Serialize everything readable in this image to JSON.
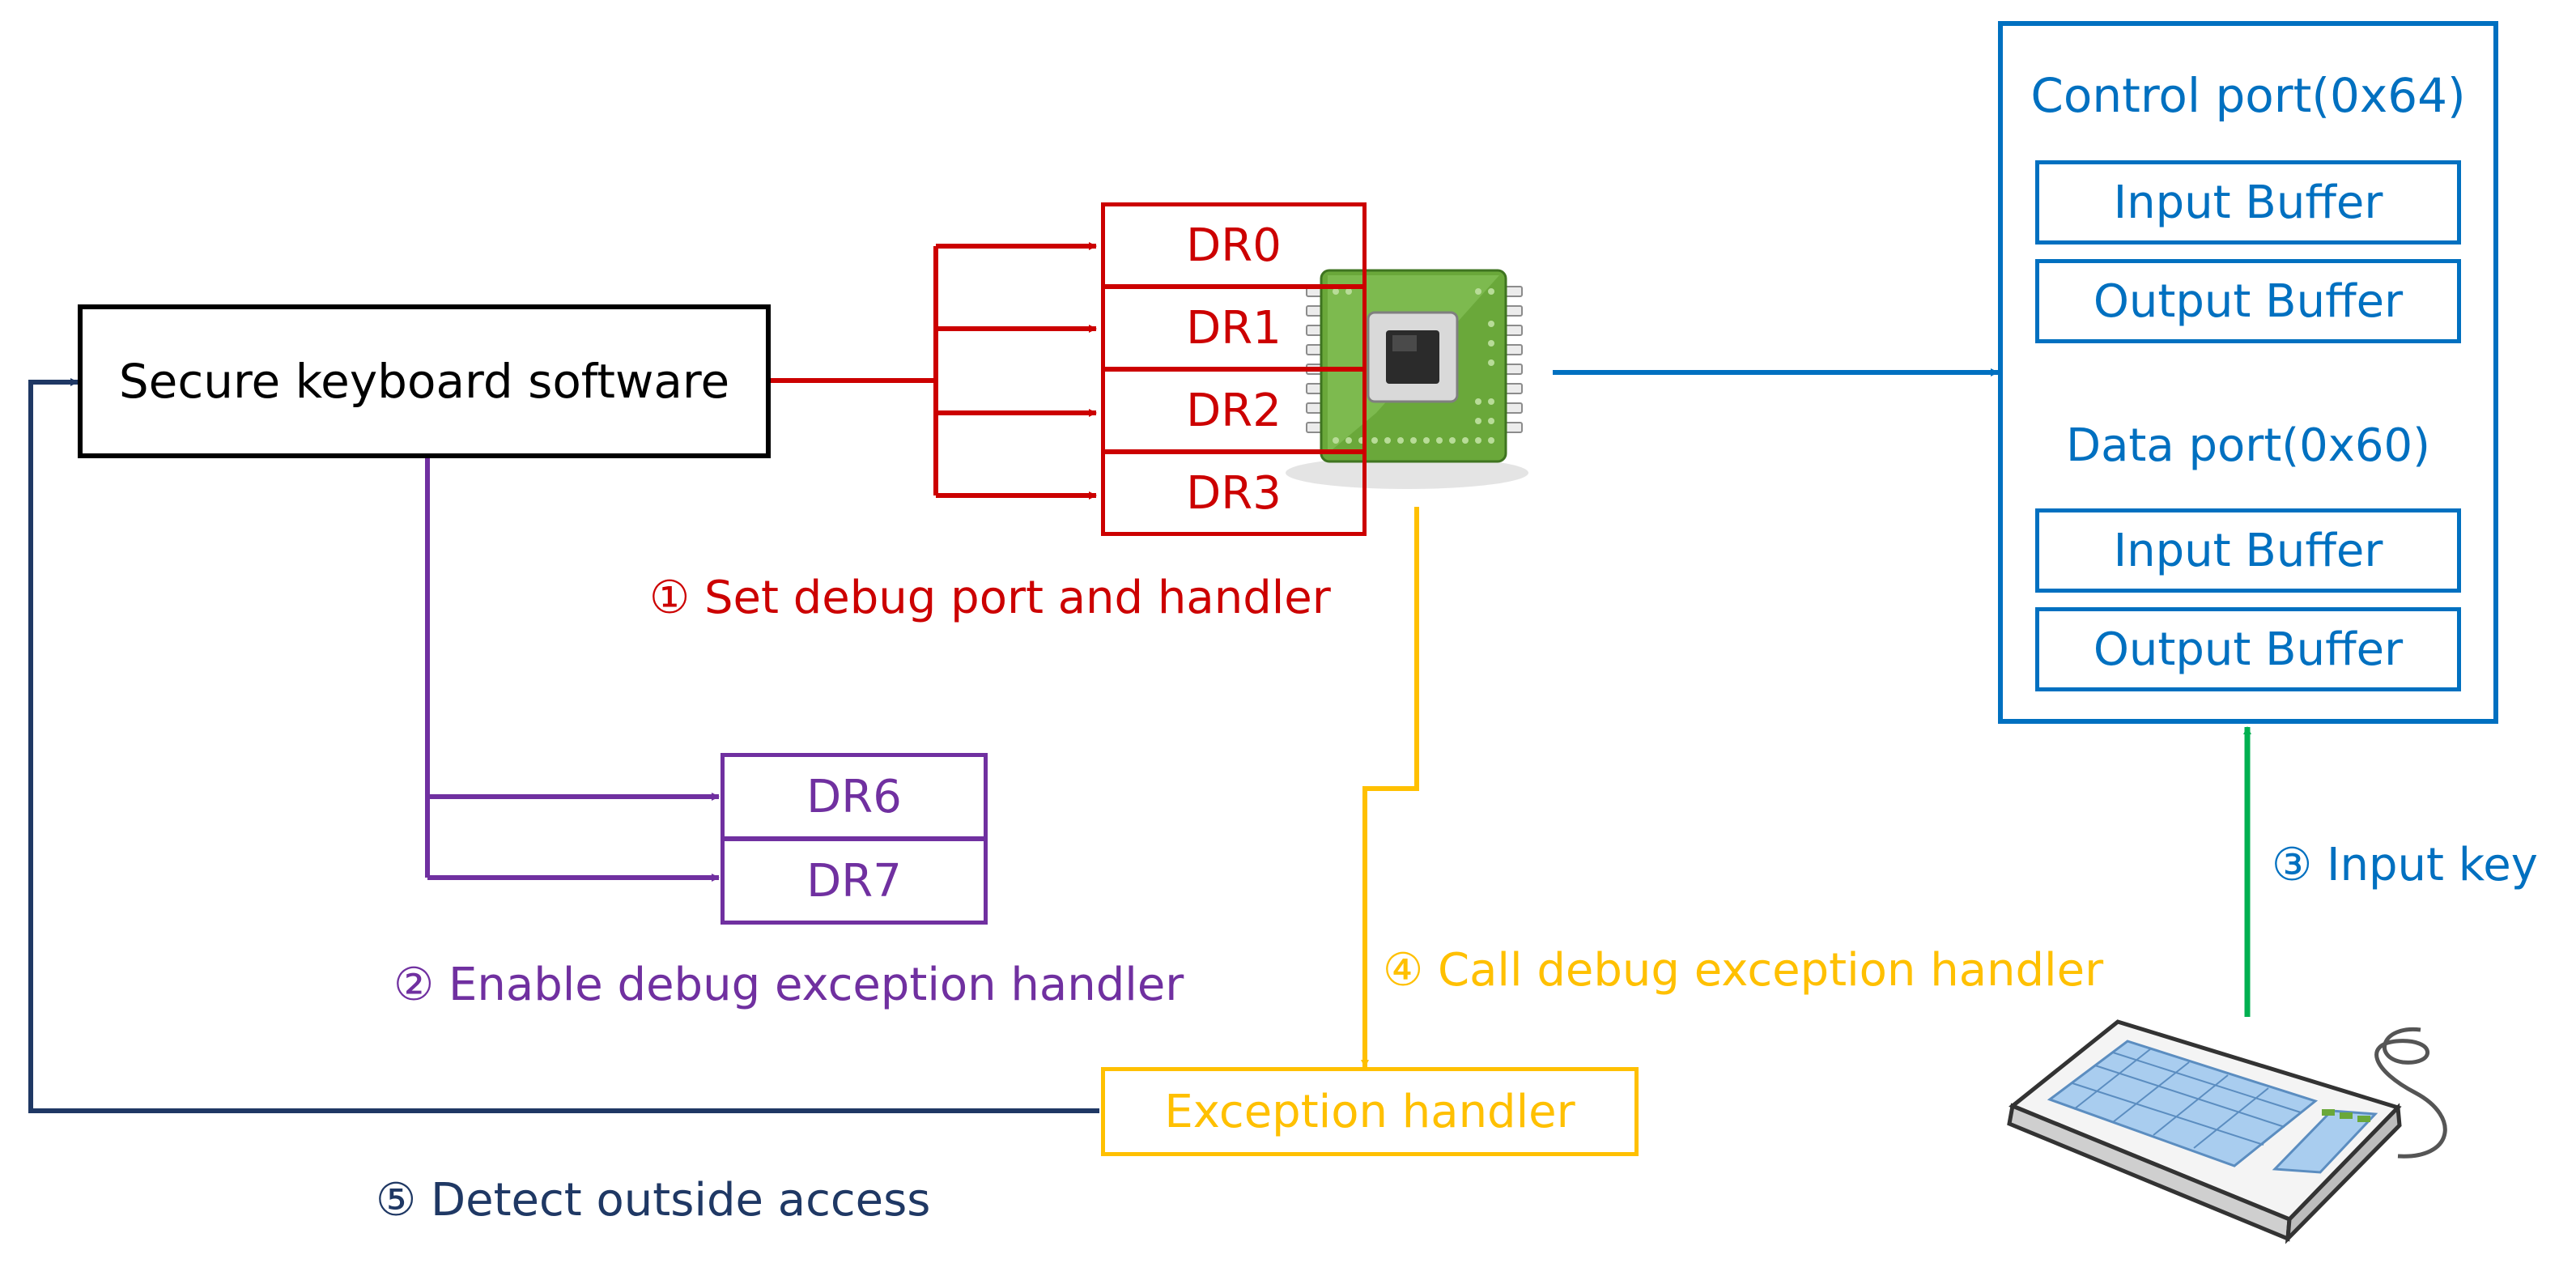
{
  "colors": {
    "black": "#000000",
    "red": "#cc0000",
    "purple": "#7030a0",
    "yellow": "#ffc000",
    "navy": "#1f3864",
    "blue": "#0070c0",
    "green": "#00b050"
  },
  "software_box": {
    "label": "Secure keyboard software"
  },
  "debug_registers": [
    "DR0",
    "DR1",
    "DR2",
    "DR3"
  ],
  "control_registers": [
    "DR6",
    "DR7"
  ],
  "exception_box": {
    "label": "Exception handler"
  },
  "controller": {
    "control_port": "Control port(0x64)",
    "control_buffers": [
      "Input Buffer",
      "Output Buffer"
    ],
    "data_port": "Data port(0x60)",
    "data_buffers": [
      "Input Buffer",
      "Output Buffer"
    ]
  },
  "steps": {
    "s1": "① Set debug port and handler",
    "s2": "② Enable debug exception handler",
    "s3": "③ Input key",
    "s4": "④ Call debug exception handler",
    "s5": "⑤ Detect outside access"
  },
  "icons": {
    "cpu": "cpu-chip-icon",
    "keyboard": "keyboard-icon"
  }
}
